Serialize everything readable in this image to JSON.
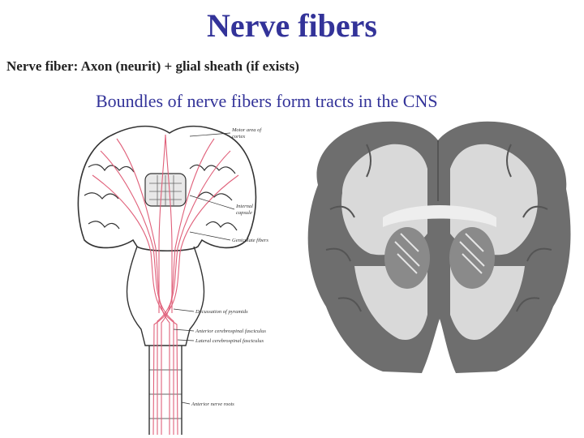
{
  "slide": {
    "title": "Nerve fibers",
    "definition": "Nerve fiber: Axon (neurit) + glial sheath (if exists)",
    "bullet": "Boundles of nerve fibers form tracts in the CNS"
  },
  "diagram_labels": {
    "motor_area": [
      "Motor area of",
      "cortex"
    ],
    "internal_capsule": [
      "Internal",
      "capsule"
    ],
    "geniculate": "Geniculate fibers",
    "decussation": "Decussation of pyramids",
    "anterior_fasciculus": "Anterior cerebrospinal fasciculus",
    "lateral_fasciculus": "Lateral cerebrospinal fasciculus",
    "anterior_roots": "Anterior nerve roots"
  },
  "colors": {
    "title": "#333399",
    "tract": "#e0607a",
    "tissue_dark": "#6e6e6e",
    "tissue_light": "#d9d9d9"
  }
}
